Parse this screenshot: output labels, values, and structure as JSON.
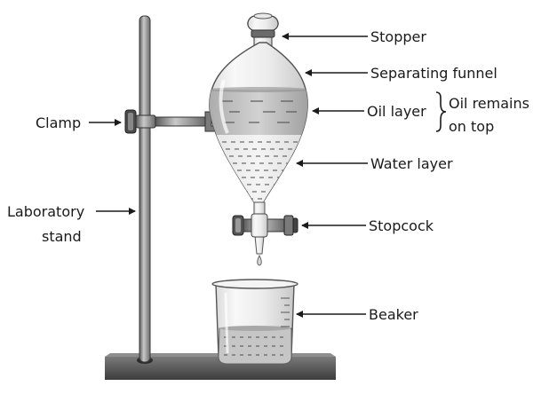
{
  "labels": {
    "stopper": "Stopper",
    "separating_funnel": "Separating funnel",
    "oil_layer": "Oil layer",
    "oil_remains_line1": "Oil remains",
    "oil_remains_line2": "on top",
    "water_layer": "Water layer",
    "clamp": "Clamp",
    "laboratory_stand_line1": "Laboratory",
    "laboratory_stand_line2": "stand",
    "stopcock": "Stopcock",
    "beaker": "Beaker"
  }
}
